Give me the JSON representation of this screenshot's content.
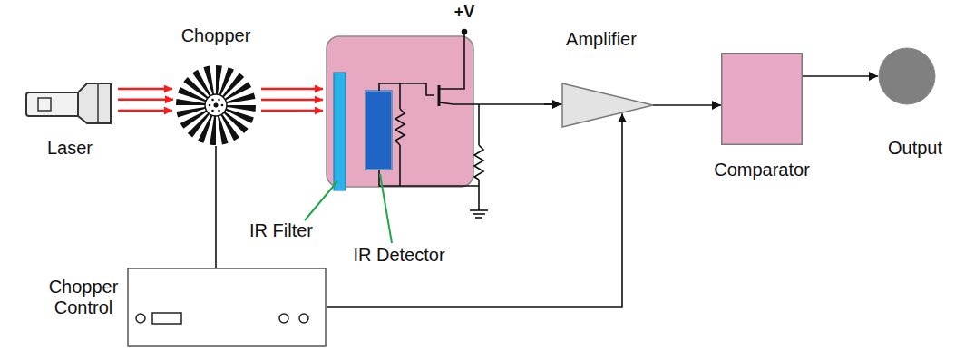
{
  "diagram": {
    "nodes": [
      {
        "text": [
          "Laser"
        ]
      },
      {
        "text": [
          "Chopper"
        ]
      },
      {
        "text": [
          "Amplifier"
        ]
      },
      {
        "text": [
          "Comparator"
        ]
      },
      {
        "text": [
          "Output"
        ]
      },
      {
        "text": [
          "Chopper Control"
        ]
      }
    ],
    "edges": [
      {
        "from": 0,
        "to": 1,
        "arrow": "to"
      },
      {
        "from": 1,
        "to": 5,
        "arrow": "none"
      },
      {
        "from": 5,
        "to": 2,
        "arrow": "to"
      },
      {
        "from": 2,
        "to": 3,
        "arrow": "to"
      },
      {
        "from": 3,
        "to": 4,
        "arrow": "to"
      }
    ],
    "labels": [
      "IR Filter",
      "IR Detector",
      "+V"
    ]
  }
}
